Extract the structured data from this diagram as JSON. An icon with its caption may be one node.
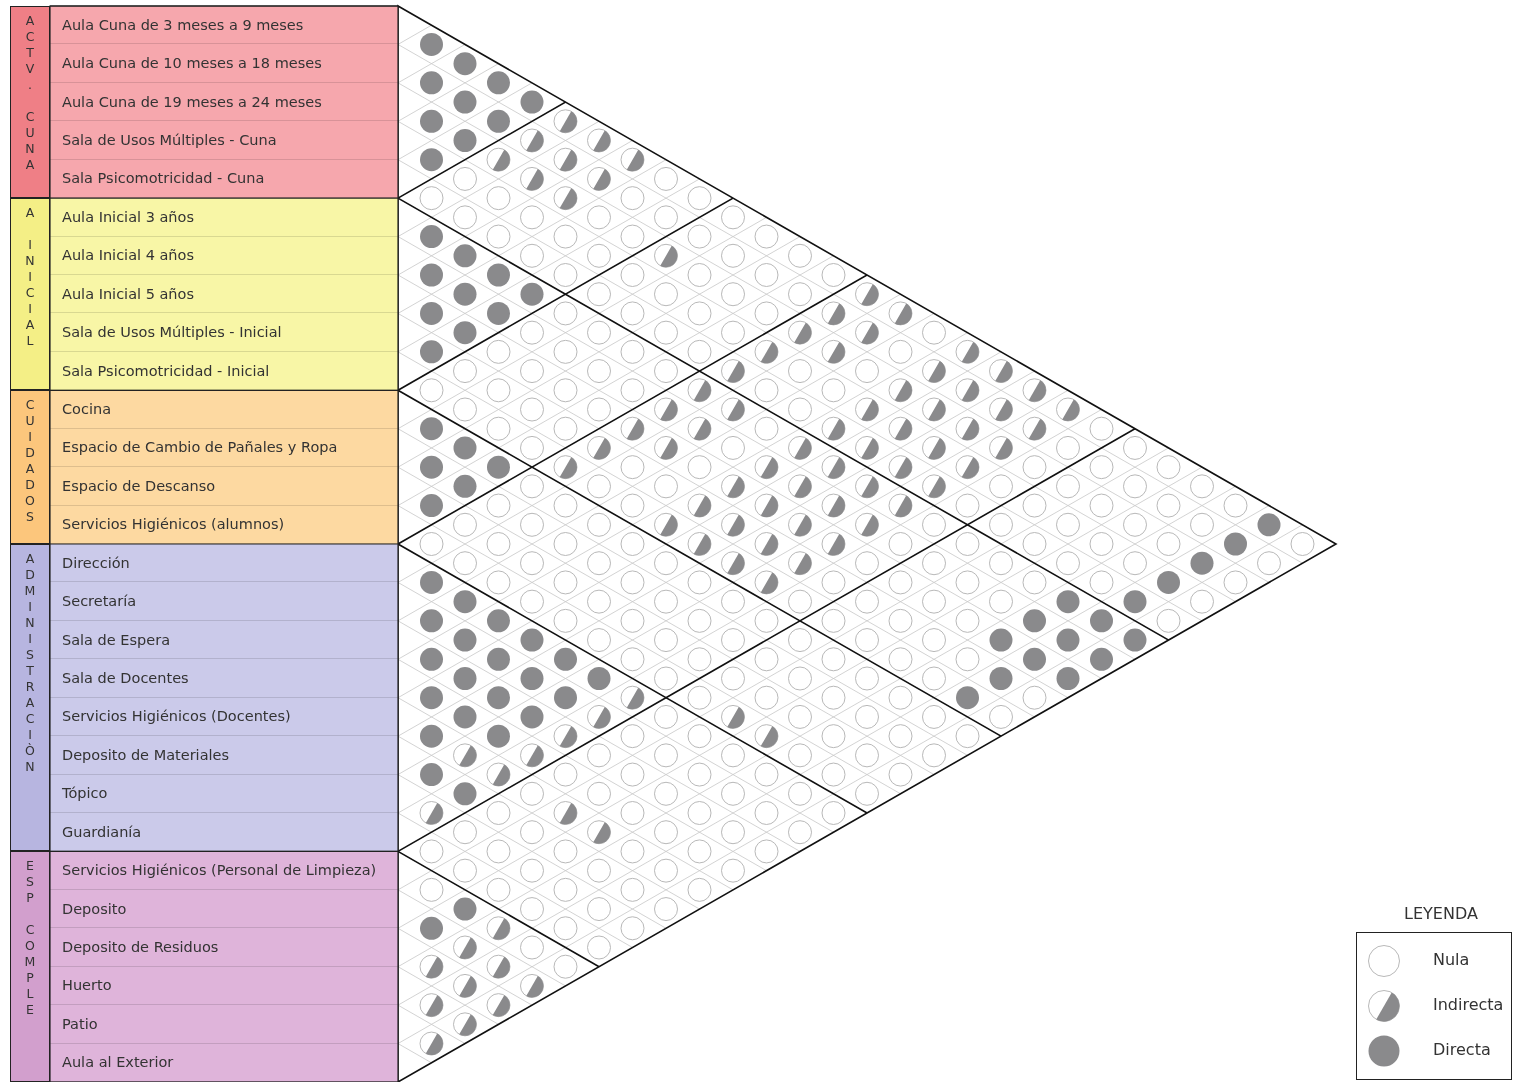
{
  "diagram": {
    "nodes": [
      {
        "text": [
          "ACTV. CUNA"
        ]
      },
      {
        "text": [
          "Aula Cuna de 3 meses a 9 meses"
        ]
      },
      {
        "text": [
          "Aula Cuna de 10 meses a 18 meses"
        ]
      },
      {
        "text": [
          "Aula Cuna de 19 meses a 24 meses"
        ]
      },
      {
        "text": [
          "Sala de Usos Múltiples - Cuna"
        ]
      },
      {
        "text": [
          "Sala Psicomotricidad - Cuna"
        ]
      },
      {
        "text": [
          "A INICIAL"
        ]
      },
      {
        "text": [
          "Aula Inicial 3 años"
        ]
      },
      {
        "text": [
          "Aula Inicial 4 años"
        ]
      },
      {
        "text": [
          "Aula Inicial 5 años"
        ]
      },
      {
        "text": [
          "Sala de Usos Múltiples - Inicial"
        ]
      },
      {
        "text": [
          "Sala Psicomotricidad - Inicial"
        ]
      },
      {
        "text": [
          "CUIDADOS"
        ]
      },
      {
        "text": [
          "Cocina"
        ]
      },
      {
        "text": [
          "Espacio de Cambio de Pañales y Ropa"
        ]
      },
      {
        "text": [
          "Espacio de Descanso"
        ]
      },
      {
        "text": [
          "Servicios Higiénicos (alumnos)"
        ]
      },
      {
        "text": [
          "ADMINISTRACIÒN"
        ]
      },
      {
        "text": [
          "Dirección"
        ]
      },
      {
        "text": [
          "Secretaría"
        ]
      },
      {
        "text": [
          "Sala de Espera"
        ]
      },
      {
        "text": [
          "Sala de Docentes"
        ]
      },
      {
        "text": [
          "Servicios Higiénicos (Docentes)"
        ]
      },
      {
        "text": [
          "Deposito de Materiales"
        ]
      },
      {
        "text": [
          "Tópico"
        ]
      },
      {
        "text": [
          "Guardianía"
        ]
      },
      {
        "text": [
          "ESP COMPLE"
        ]
      },
      {
        "text": [
          "Servicios Higiénicos (Personal de Limpieza)"
        ]
      },
      {
        "text": [
          "Deposito"
        ]
      },
      {
        "text": [
          "Deposito de Residuos"
        ]
      },
      {
        "text": [
          "Huerto"
        ]
      },
      {
        "text": [
          "Patio"
        ]
      },
      {
        "text": [
          "Aula al Exterior"
        ]
      }
    ],
    "labels": [
      "LEYENDA"
    ],
    "legend": [
      {
        "text": "Nula"
      },
      {
        "text": "Indirecta"
      },
      {
        "text": "Directa"
      }
    ]
  }
}
